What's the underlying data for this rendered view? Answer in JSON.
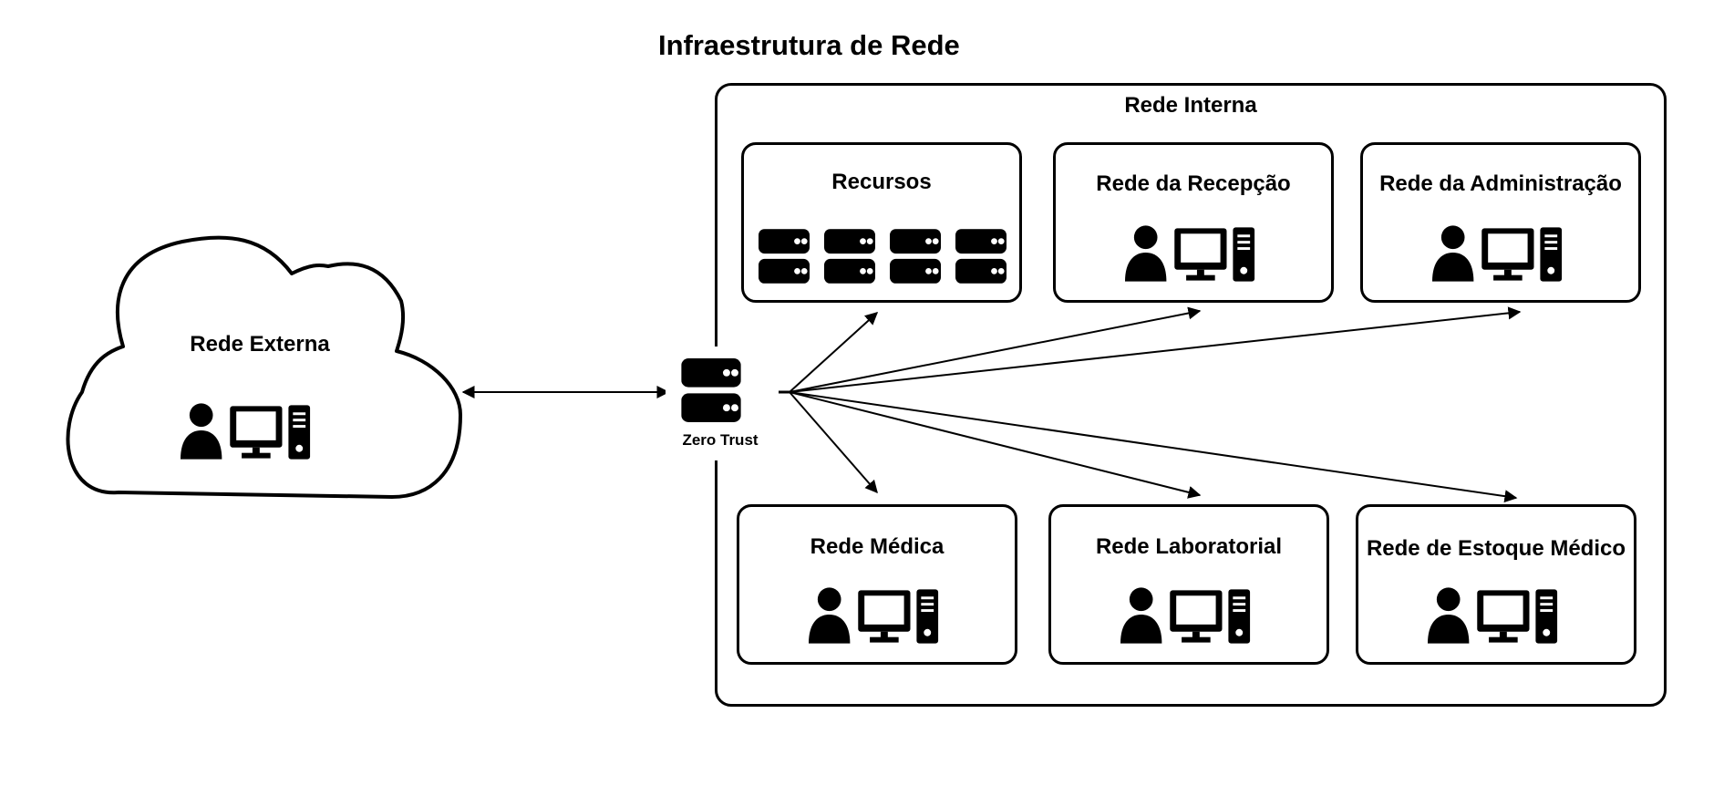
{
  "title": "Infraestrutura de Rede",
  "external": {
    "label": "Rede Externa",
    "icon": "workstation-icon"
  },
  "gateway": {
    "label": "Zero Trust",
    "icon": "server-icon"
  },
  "internal": {
    "label": "Rede Interna",
    "resources": {
      "label": "Recursos",
      "icon": "server-icon"
    },
    "networks": [
      {
        "label": "Rede da Recepção",
        "icon": "workstation-icon"
      },
      {
        "label": "Rede da Administração",
        "icon": "workstation-icon"
      },
      {
        "label": "Rede Médica",
        "icon": "workstation-icon"
      },
      {
        "label": "Rede Laboratorial",
        "icon": "workstation-icon"
      },
      {
        "label": "Rede de Estoque Médico",
        "icon": "workstation-icon"
      }
    ]
  }
}
